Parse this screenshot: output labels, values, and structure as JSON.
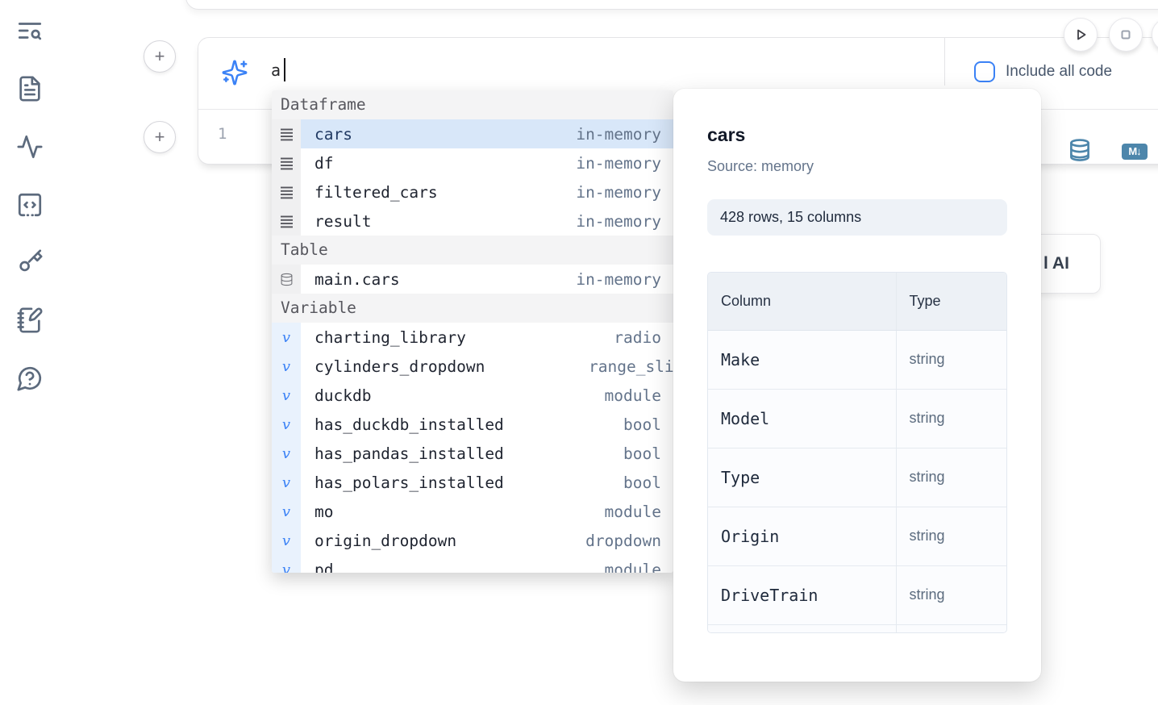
{
  "colors": {
    "accent_blue": "#3b82f6",
    "action_blue": "#4d86ab",
    "selected_row": "#d8e7f9"
  },
  "sidebar": {
    "icons": [
      {
        "name": "list-search-icon"
      },
      {
        "name": "file-text-icon"
      },
      {
        "name": "activity-icon"
      },
      {
        "name": "code-snippets-icon"
      },
      {
        "name": "key-icon"
      },
      {
        "name": "notebook-pen-icon"
      },
      {
        "name": "help-circle-icon"
      }
    ]
  },
  "toolbar": {
    "run": "run-cell",
    "stop": "stop-kernel"
  },
  "cell": {
    "ai_input": {
      "value": "a",
      "include_all_code_label": "Include all code",
      "include_all_code_checked": false
    },
    "editor": {
      "line_number": "1"
    },
    "actions": {
      "markdown_badge": "M↓"
    }
  },
  "autocomplete": {
    "sections": [
      {
        "label": "Dataframe",
        "items": [
          {
            "icon": "dataframe-icon",
            "name": "cars",
            "type": "in-memory",
            "selected": true
          },
          {
            "icon": "dataframe-icon",
            "name": "df",
            "type": "in-memory"
          },
          {
            "icon": "dataframe-icon",
            "name": "filtered_cars",
            "type": "in-memory"
          },
          {
            "icon": "dataframe-icon",
            "name": "result",
            "type": "in-memory"
          }
        ]
      },
      {
        "label": "Table",
        "items": [
          {
            "icon": "database-icon",
            "name": "main.cars",
            "type": "in-memory"
          }
        ]
      },
      {
        "label": "Variable",
        "items": [
          {
            "icon": "variable-icon",
            "name": "charting_library",
            "type": "radio"
          },
          {
            "icon": "variable-icon",
            "name": "cylinders_dropdown",
            "type": "range_slider",
            "type_clipped": true
          },
          {
            "icon": "variable-icon",
            "name": "duckdb",
            "type": "module"
          },
          {
            "icon": "variable-icon",
            "name": "has_duckdb_installed",
            "type": "bool"
          },
          {
            "icon": "variable-icon",
            "name": "has_pandas_installed",
            "type": "bool"
          },
          {
            "icon": "variable-icon",
            "name": "has_polars_installed",
            "type": "bool"
          },
          {
            "icon": "variable-icon",
            "name": "mo",
            "type": "module"
          },
          {
            "icon": "variable-icon",
            "name": "origin_dropdown",
            "type": "dropdown"
          },
          {
            "icon": "variable-icon",
            "name": "pd",
            "type": "module",
            "row_clipped": true
          }
        ]
      }
    ]
  },
  "datasource_popup": {
    "title": "cars",
    "source_label": "Source: memory",
    "shape_badge": "428 rows, 15 columns",
    "table": {
      "headers": [
        "Column",
        "Type"
      ],
      "rows": [
        {
          "column": "Make",
          "type": "string"
        },
        {
          "column": "Model",
          "type": "string"
        },
        {
          "column": "Type",
          "type": "string"
        },
        {
          "column": "Origin",
          "type": "string"
        },
        {
          "column": "DriveTrain",
          "type": "string"
        }
      ]
    }
  },
  "ai_button": {
    "visible_label": "l AI"
  }
}
